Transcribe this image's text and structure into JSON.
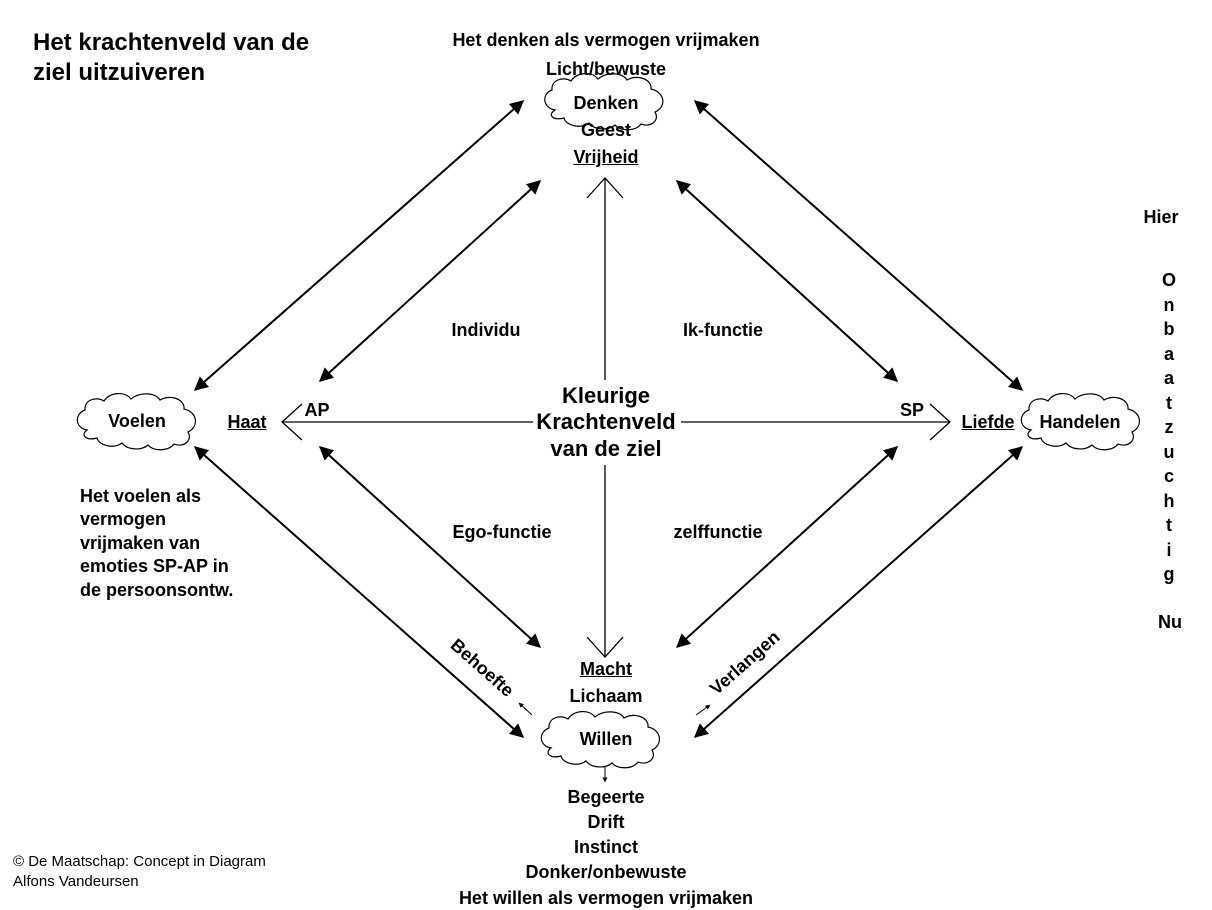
{
  "title": [
    "Het krachtenveld van de",
    "ziel uitzuiveren"
  ],
  "top": {
    "heading": "Het denken als vermogen vrijmaken",
    "subheading": "Licht/bewuste",
    "cloud": "Denken",
    "label1": "Geest",
    "label2": "Vrijheid"
  },
  "left": {
    "cloud": "Voelen",
    "pole": "Haat",
    "ap": "AP",
    "description": [
      "Het voelen als",
      "vermogen",
      "vrijmaken van",
      "emoties SP-AP in",
      "de persoonsontw."
    ]
  },
  "right": {
    "cloud": "Handelen",
    "pole": "Liefde",
    "sp": "SP"
  },
  "bottom": {
    "pole": "Macht",
    "body": "Lichaam",
    "cloud": "Willen",
    "lines": [
      "Begeerte",
      "Drift",
      "Instinct",
      "Donker/onbewuste",
      "Het willen als vermogen vrijmaken"
    ]
  },
  "center": [
    "Kleurige",
    "Krachtenveld",
    "van de ziel"
  ],
  "functions": {
    "individu": "Individu",
    "ik": "Ik-functie",
    "ego": "Ego-functie",
    "zelf": "zelffunctie"
  },
  "diagonal": {
    "behoefte": "Behoefte",
    "verlangen": "Verlangen"
  },
  "side": {
    "hier": "Hier",
    "letters": [
      "O",
      "n",
      "b",
      "a",
      "a",
      "t",
      "z",
      "u",
      "c",
      "h",
      "t",
      "i",
      "g"
    ],
    "nu": "Nu"
  },
  "footer": [
    "© De Maatschap: Concept in Diagram",
    "Alfons Vandeursen"
  ]
}
